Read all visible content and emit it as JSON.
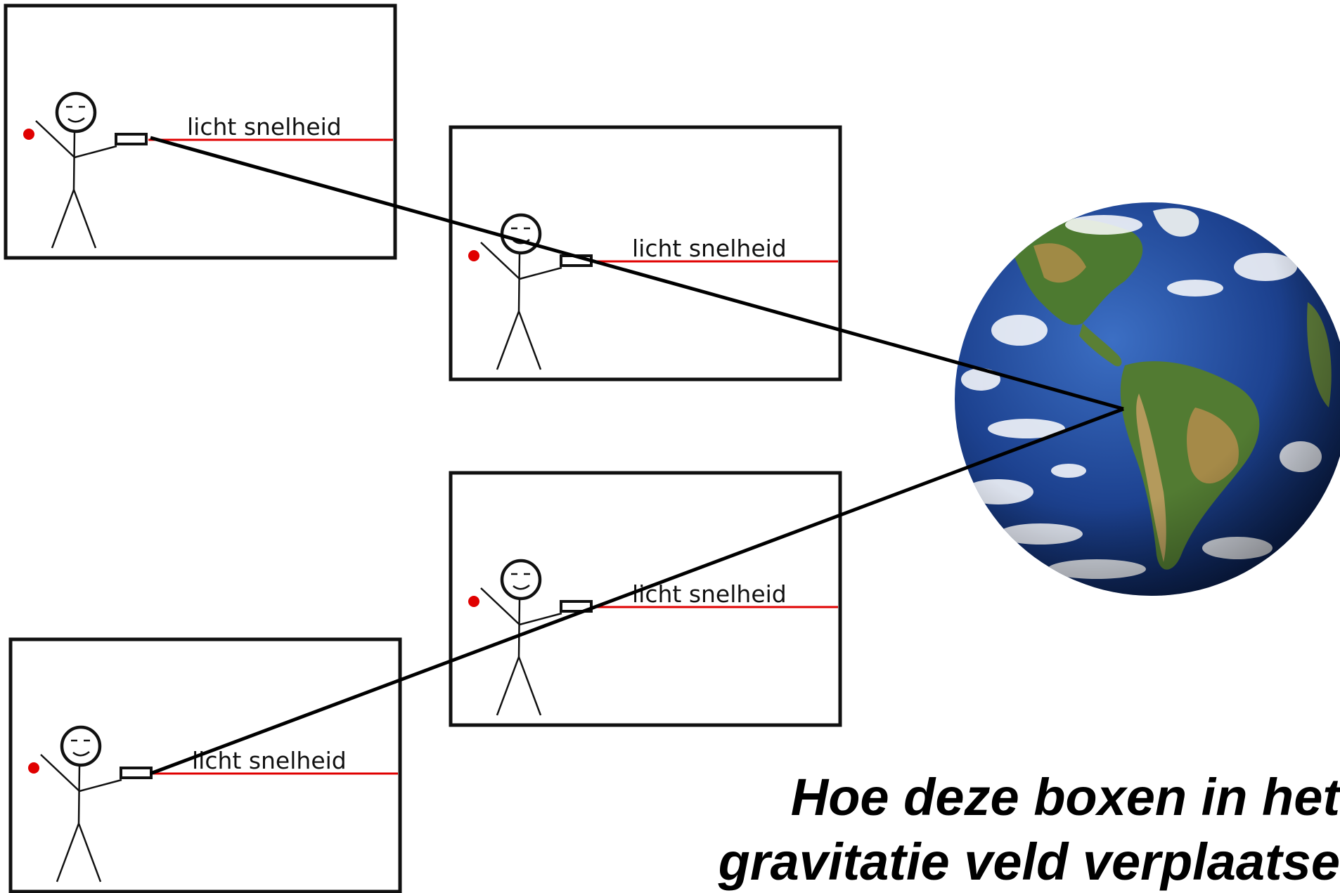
{
  "boxes": [
    {
      "light_label": "licht snelheid"
    },
    {
      "light_label": "licht snelheid"
    },
    {
      "light_label": "licht snelheid"
    },
    {
      "light_label": "licht snelheid"
    }
  ],
  "caption": {
    "line1": "Hoe deze boxen in het",
    "line2": "gravitatie veld verplaatse"
  },
  "colors": {
    "light_beam": "#e00000",
    "dot": "#e00000",
    "frame": "#111111",
    "ocean": "#1b3f86",
    "land": "#4f7a2e"
  },
  "icons": [
    "stick-figure-icon",
    "flashlight-icon",
    "earth-globe-icon"
  ]
}
